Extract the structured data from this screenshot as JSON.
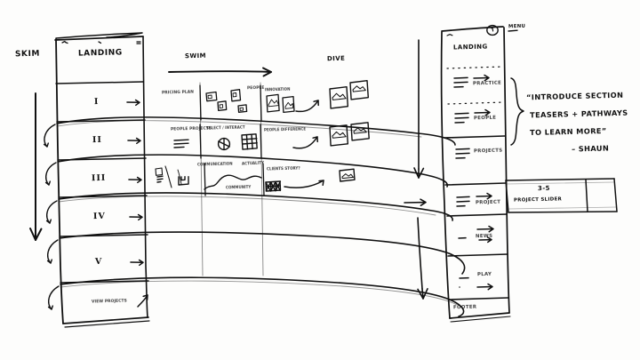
{
  "meta": {
    "kind": "hand-drawn-wireframe-sketch",
    "ink_color": "#101010",
    "paper_color": "#fdfdfc"
  },
  "left_diagram": {
    "axis_label_vertical": "SKIM",
    "columns": [
      {
        "id": "landing",
        "label": "LANDING"
      },
      {
        "id": "swim",
        "label": "SWIM"
      },
      {
        "id": "dive",
        "label": "DIVE"
      }
    ],
    "rows": [
      {
        "numeral": "I",
        "arrow": "→",
        "swim_cells": [
          "PRICING PLAN",
          "PEOPLE",
          "INNOVATION"
        ],
        "dive_cards": 2
      },
      {
        "numeral": "II",
        "arrow": "→",
        "swim_cells": [
          "PEOPLE PROJECTS",
          "SELECT / INTERACT",
          "PEOPLE DIFFERENCE"
        ],
        "dive_cards": 2
      },
      {
        "numeral": "III",
        "arrow": "→",
        "swim_cells": [
          "COMMUNICATION",
          "COMMUNITY",
          "ACTUALITY",
          "CLIENTS STORY?"
        ],
        "dive_cards": 1
      },
      {
        "numeral": "IV",
        "arrow": "→",
        "swim_cells": [],
        "dive_cards": 0
      },
      {
        "numeral": "V",
        "arrow": "→",
        "swim_cells": [],
        "dive_cards": 0
      }
    ],
    "footer_row": {
      "label": "VIEW PROJECTS",
      "arrow": "↗"
    }
  },
  "right_diagram": {
    "menu_label": "MENU",
    "sections": [
      {
        "id": "landing",
        "label": "LANDING",
        "has_arrow": false,
        "lines": 0
      },
      {
        "id": "practice",
        "label": "PRACTICE",
        "has_arrow": true,
        "lines": 3
      },
      {
        "id": "people",
        "label": "PEOPLE",
        "has_arrow": true,
        "lines": 3
      },
      {
        "id": "projects",
        "label": "PROJECTS",
        "has_arrow": false,
        "lines": 3
      },
      {
        "id": "project",
        "label": "PROJECT",
        "has_arrow": true,
        "lines": 3
      },
      {
        "id": "news",
        "label": "NEWS",
        "has_arrow": true,
        "lines": 1
      },
      {
        "id": "play",
        "label": "PLAY",
        "has_arrow": true,
        "lines": 1
      },
      {
        "id": "footer",
        "label": "FOOTER",
        "has_arrow": false,
        "lines": 0
      }
    ],
    "callout_slider": {
      "count": "3-5",
      "label": "PROJECT SLIDER"
    },
    "annotation": {
      "line1": "“INTRODUCE SECTION",
      "line2": "TEASERS + PATHWAYS",
      "line3": "TO LEARN MORE”",
      "attribution": "– SHAUN"
    }
  }
}
